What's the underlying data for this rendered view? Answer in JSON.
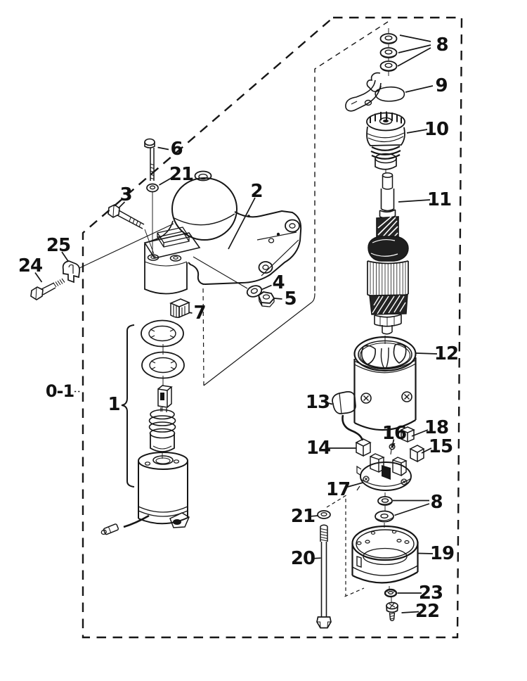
{
  "figure": {
    "background_color": "#ffffff",
    "line_color": "#161616"
  },
  "callouts": {
    "c0_1": {
      "text": "0-1"
    },
    "c1": {
      "text": "1"
    },
    "c2": {
      "text": "2"
    },
    "c3": {
      "text": "3"
    },
    "c4": {
      "text": "4"
    },
    "c5": {
      "text": "5"
    },
    "c6": {
      "text": "6"
    },
    "c7": {
      "text": "7"
    },
    "c8_top": {
      "text": "8"
    },
    "c8_bottom": {
      "text": "8"
    },
    "c9": {
      "text": "9"
    },
    "c10": {
      "text": "10"
    },
    "c11": {
      "text": "11"
    },
    "c12": {
      "text": "12"
    },
    "c13": {
      "text": "13"
    },
    "c14": {
      "text": "14"
    },
    "c15": {
      "text": "15"
    },
    "c16": {
      "text": "16"
    },
    "c17": {
      "text": "17"
    },
    "c18": {
      "text": "18"
    },
    "c19": {
      "text": "19"
    },
    "c20": {
      "text": "20"
    },
    "c21_top": {
      "text": "21"
    },
    "c21_bottom": {
      "text": "21"
    },
    "c22": {
      "text": "22"
    },
    "c23": {
      "text": "23"
    },
    "c24": {
      "text": "24"
    },
    "c25": {
      "text": "25"
    }
  }
}
